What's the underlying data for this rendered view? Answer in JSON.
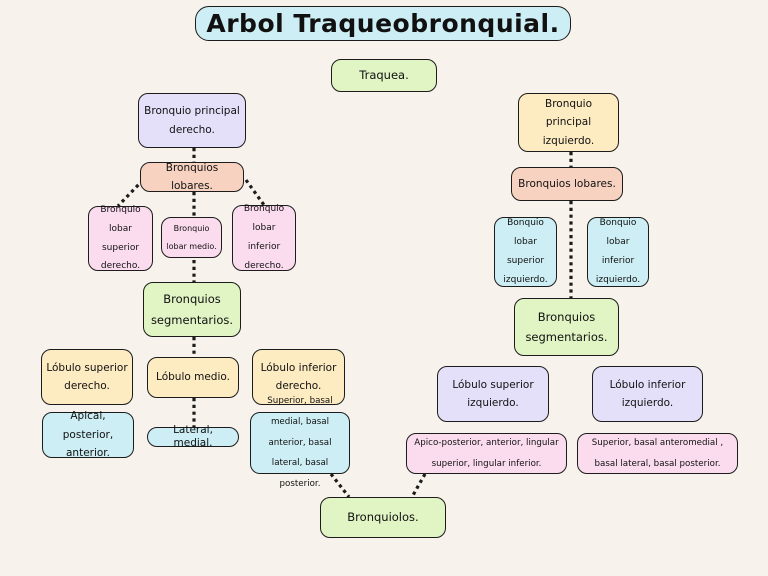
{
  "title": "Arbol Traqueobronquial.",
  "colors": {
    "background": "#f7f3ec",
    "blue": "#cdeef4",
    "green": "#e0f4c4",
    "purple": "#e5e0fa",
    "yellow": "#fdebc2",
    "salmon": "#f8d2c1",
    "pink": "#fbdcef"
  },
  "nodes": {
    "traquea": "Traquea.",
    "bronquio_principal_derecho": "Bronquio principal derecho.",
    "bronquios_lobares_derecho": "Bronquios lobares.",
    "lobar_superior_derecho": "Bronquio lobar superior derecho.",
    "lobar_medio": "Bronquio lobar medio.",
    "lobar_inferior_derecho": "Bronquio lobar inferior derecho.",
    "segmentarios_derecho": "Bronquios segmentarios.",
    "lobulo_superior_derecho": "Lóbulo superior derecho.",
    "lobulo_medio": "Lóbulo medio.",
    "lobulo_inferior_derecho": "Lóbulo inferior derecho.",
    "seg_superior_derecho": "Apical, posterior, anterior.",
    "seg_medio": "Lateral, medial.",
    "seg_inferior_derecho": "Superior, basal medial, basal anterior, basal lateral, basal posterior.",
    "bronquio_principal_izquierdo": "Bronquio principal izquierdo.",
    "bronquios_lobares_izquierdo": "Bronquios lobares.",
    "lobar_superior_izquierdo": "Bonquio lobar superior izquierdo.",
    "lobar_inferior_izquierdo": "Bonquio lobar inferior izquierdo.",
    "segmentarios_izquierdo": "Bronquios segmentarios.",
    "lobulo_superior_izquierdo": "Lóbulo superior izquierdo.",
    "lobulo_inferior_izquierdo": "Lóbulo inferior izquierdo.",
    "seg_superior_izquierdo": "Apico-posterior, anterior, lingular superior, lingular inferior.",
    "seg_inferior_izquierdo": "Superior, basal anteromedial , basal lateral, basal posterior.",
    "bronquiolos": "Bronquiolos."
  }
}
